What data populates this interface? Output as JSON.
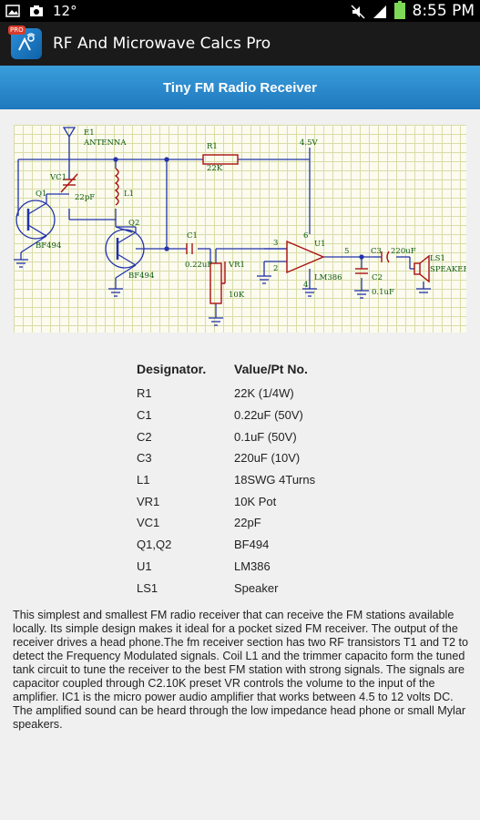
{
  "status_bar": {
    "temperature": "12°",
    "time": "8:55 PM"
  },
  "app_bar": {
    "title": "RF And Microwave Calcs Pro",
    "icon_badge": "PRO"
  },
  "page": {
    "title": "Tiny FM Radio Receiver"
  },
  "schematic": {
    "labels": {
      "e1": "E1",
      "antenna": "ANTENNA",
      "r1": "R1",
      "r1_value": "22K",
      "supply": "4.5V",
      "vc1": "VC1",
      "vc1_value": "22pF",
      "l1": "L1",
      "q1": "Q1",
      "q1_part": "BF494",
      "q2": "Q2",
      "q2_part": "BF494",
      "c1": "C1",
      "c1_value": "0.22uF",
      "vr1": "VR1",
      "vr1_value": "10K",
      "u1": "U1",
      "u1_part": "LM386",
      "pin3": "3",
      "pin2": "2",
      "pin6": "6",
      "pin4": "4",
      "pin5": "5",
      "c3": "C3",
      "c3_value": "220uF",
      "c2": "C2",
      "c2_value": "0.1uF",
      "ls1": "LS1",
      "speaker": "SPEAKER"
    }
  },
  "parts_table": {
    "headers": [
      "Designator.",
      "Value/Pt No."
    ],
    "rows": [
      [
        "R1",
        "22K (1/4W)"
      ],
      [
        "C1",
        "0.22uF (50V)"
      ],
      [
        "C2",
        "0.1uF (50V)"
      ],
      [
        "C3",
        "220uF (10V)"
      ],
      [
        "L1",
        "18SWG 4Turns"
      ],
      [
        "VR1",
        "10K Pot"
      ],
      [
        "VC1",
        "22pF"
      ],
      [
        "Q1,Q2",
        "BF494"
      ],
      [
        "U1",
        "LM386"
      ],
      [
        "LS1",
        "Speaker"
      ]
    ]
  },
  "description": "This simplest and smallest FM radio receiver that can receive the FM stations available locally. Its simple design makes it ideal for a pocket sized FM receiver. The output of the receiver drives a head phone.The fm receiver section has two RF transistors T1 and T2 to detect the Frequency Modulated signals. Coil L1 and the trimmer capacito form the tuned tank circuit to tune the receiver to the best FM station with strong signals. The signals are capacitor coupled through C2.10K preset VR controls the volume to the input of the amplifier. IC1 is the micro power audio amplifier that works between 4.5 to 12 volts DC. The amplified sound can be heard through the low impedance head phone or small Mylar speakers.",
  "colors": {
    "header_blue": "#2a8ad0",
    "wire_blue": "#2233aa",
    "comp_red": "#aa1111",
    "label_green": "#0a5a0a"
  }
}
